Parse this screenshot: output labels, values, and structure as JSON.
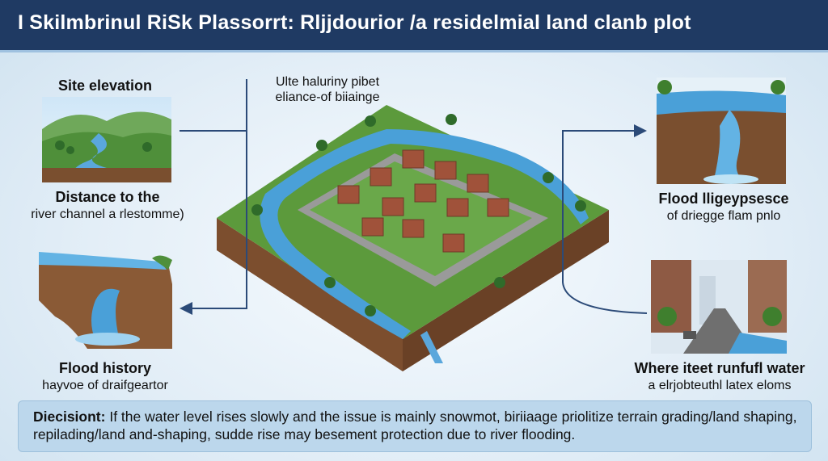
{
  "header": {
    "title": "I Skilmbrinul RiSk Plassorrt: Rljjdourior /a residelmial land clanb plot",
    "bg_color": "#1f3a63"
  },
  "center": {
    "annotation_line1": "Ulte haluriny pibet",
    "annotation_line2": "eliance-of biiainge"
  },
  "left_top": {
    "title": "Site elevation"
  },
  "left_mid": {
    "title": "Distance to the",
    "subtitle": "river channel  a rlestomme)"
  },
  "left_bottom": {
    "title": "Flood history",
    "subtitle": "hayvoe of draifgeartor"
  },
  "right_mid": {
    "title": "Flood lligeypsesce",
    "subtitle": "of driegge  flam pnlo"
  },
  "right_bottom": {
    "title": "Where iteet runfufl water",
    "subtitle": "a elrjobteuthl latex eloms"
  },
  "decision": {
    "label": "Diecisiont:",
    "text": "If the water level rises slowly and the issue is mainly snowmot, biriiaage  priolitize terrain grading/land shaping, repilading/land and-shaping, sudde rise may besement protection due to river flooding."
  },
  "colors": {
    "water": "#4aa0d8",
    "grass": "#5c9a3c",
    "soil": "#8a5a36",
    "arrow": "#2b4a78"
  }
}
